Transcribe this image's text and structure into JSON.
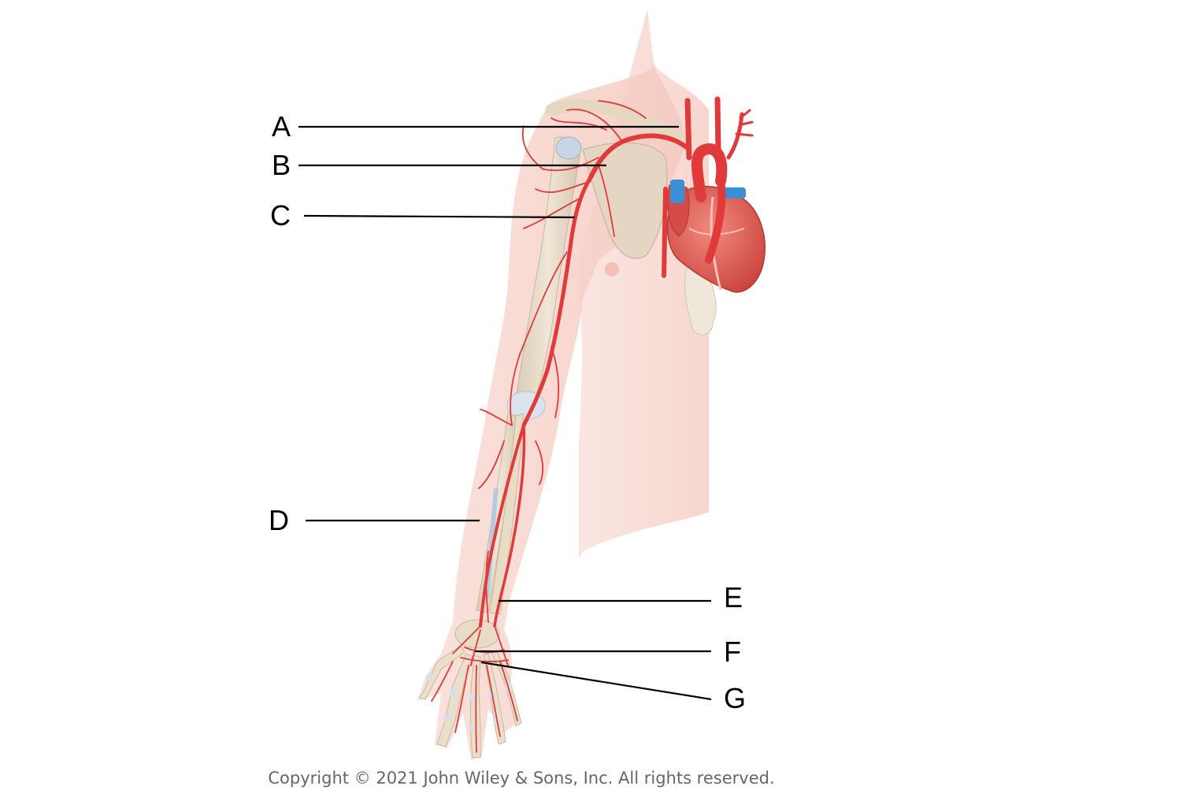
{
  "labels": {
    "a": "A",
    "b": "B",
    "c": "C",
    "d": "D",
    "e": "E",
    "f": "F",
    "g": "G"
  },
  "copyright": "Copyright © 2021 John Wiley & Sons, Inc. All rights reserved.",
  "colors": {
    "skin": "#f6d5cc",
    "bone": "#e8dccb",
    "artery": "#e03a3a",
    "vein": "#3a8fd6",
    "heart": "#e2574f",
    "leader_line": "#000000"
  }
}
